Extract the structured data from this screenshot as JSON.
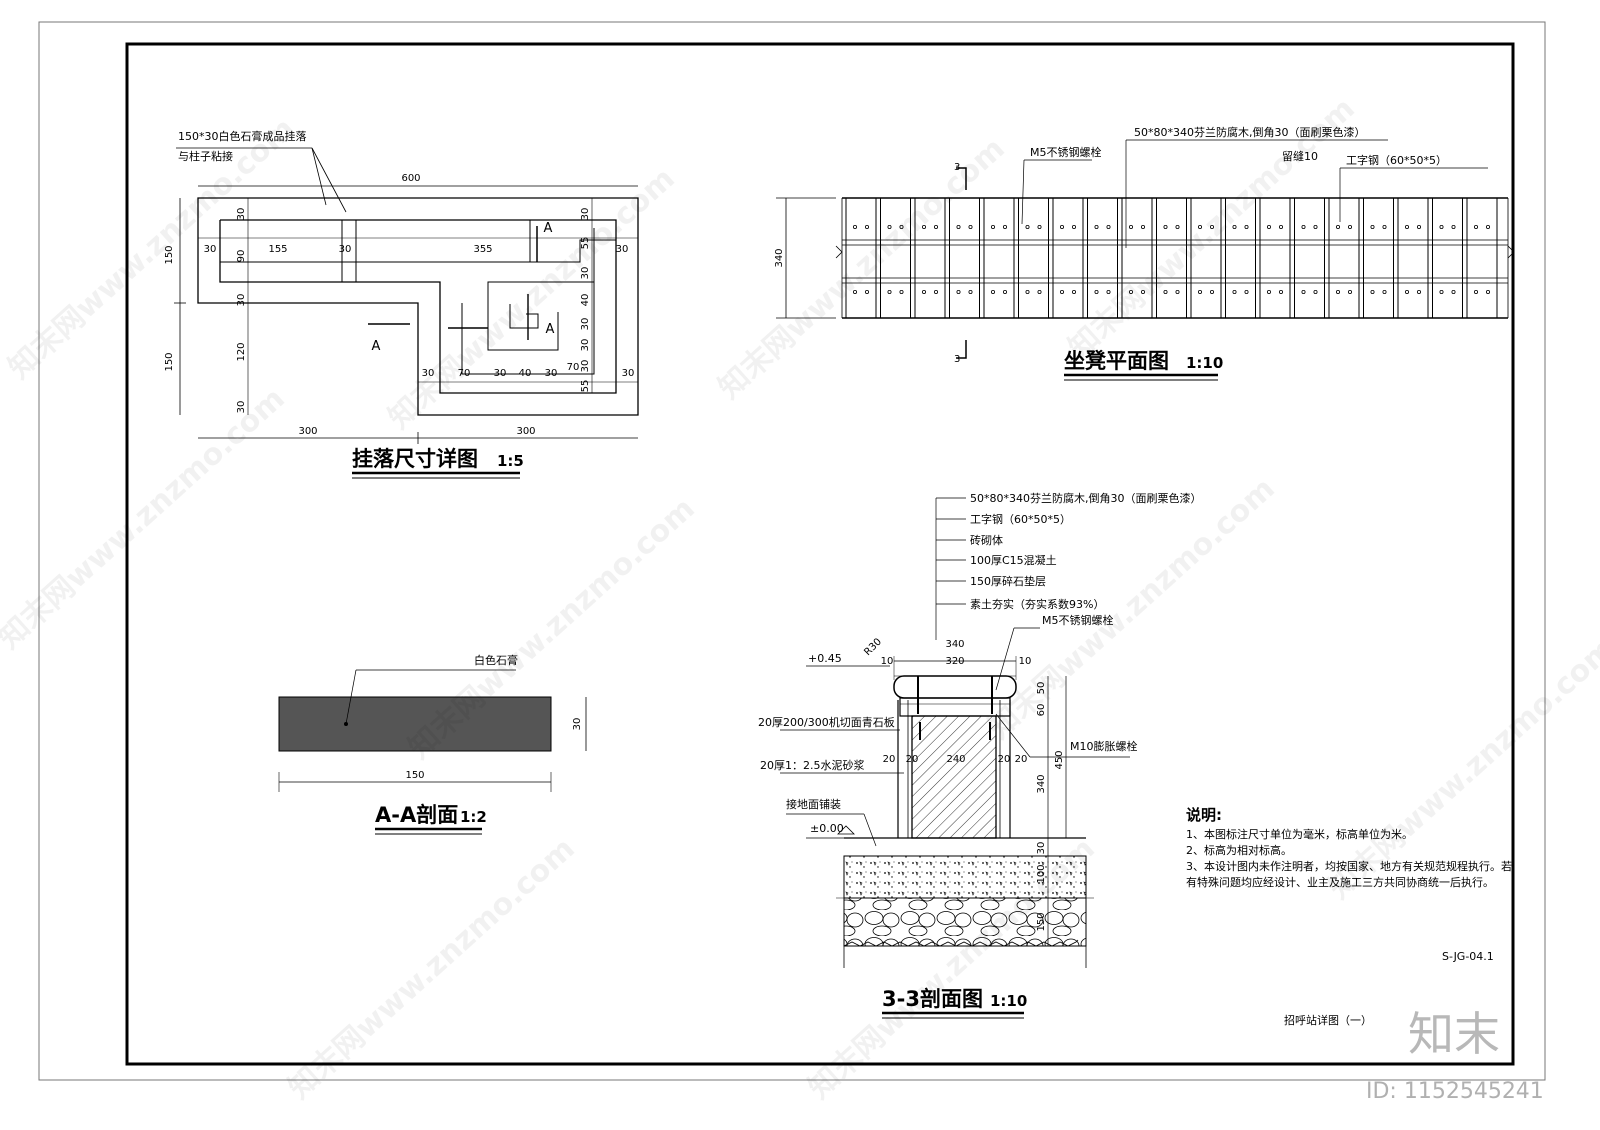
{
  "sheet": {
    "code": "S-JG-04.1",
    "name": "招呼站详图（一）"
  },
  "hanging_detail": {
    "title": "挂落尺寸详图",
    "scale": "1:5",
    "note_line1": "150*30白色石膏成品挂落",
    "note_line2": "与柱子粘接",
    "section_mark": "A",
    "dims": {
      "overall": "600",
      "left_half": "300",
      "right_half": "300",
      "h_top": "150",
      "h_bottom": "150",
      "d30": "30",
      "d155": "155",
      "d355": "355",
      "d90": "90",
      "d120": "120",
      "d55": "55",
      "d40": "40",
      "d70": "70"
    }
  },
  "bench_plan": {
    "title": "坐凳平面图",
    "scale": "1:10",
    "cut": "3",
    "width_dim": "340",
    "label_bolt": "M5不锈钢螺栓",
    "label_wood": "50*80*340芬兰防腐木,倒角30（面刷栗色漆）",
    "label_gap": "留缝10",
    "label_steel": "工字钢（60*50*5）"
  },
  "section_aa": {
    "title": "A-A剖面",
    "scale": "1:2",
    "material": "白色石膏",
    "width": "150",
    "thickness": "30"
  },
  "section_33": {
    "title": "3-3剖面图",
    "scale": "1:10",
    "layers": [
      "50*80*340芬兰防腐木,倒角30（面刷栗色漆）",
      "工字钢（60*50*5）",
      "砖砌体",
      "100厚C15混凝土",
      "150厚碎石垫层",
      "素土夯实（夯实系数93%）"
    ],
    "label_bolt_m5": "M5不锈钢螺栓",
    "label_bolt_m10": "M10膨胀螺栓",
    "label_stone": "20厚200/300机切面青石板",
    "label_mortar": "20厚1：2.5水泥砂浆",
    "label_paving": "接地面铺装",
    "elev_top": "+0.45",
    "elev_ground": "±0.00",
    "radius": "R30",
    "dims": {
      "w340": "340",
      "w320": "320",
      "d10": "10",
      "d20": "20",
      "d240": "240",
      "d50": "50",
      "d60": "60",
      "d450": "450",
      "d340": "340",
      "d30": "30",
      "d100": "100",
      "d150": "150"
    }
  },
  "notes": {
    "heading": "说明:",
    "items": [
      "1、本图标注尺寸单位为毫米，标高单位为米。",
      "2、标高为相对标高。",
      "3、本设计图内未作注明者，均按国家、地方有关规范规程执行。若",
      "有特殊问题均应经设计、业主及施工三方共同协商统一后执行。"
    ]
  },
  "watermark": {
    "text": "知末网www.znzmo.com",
    "brand": "知末",
    "id": "ID: 1152545241"
  }
}
